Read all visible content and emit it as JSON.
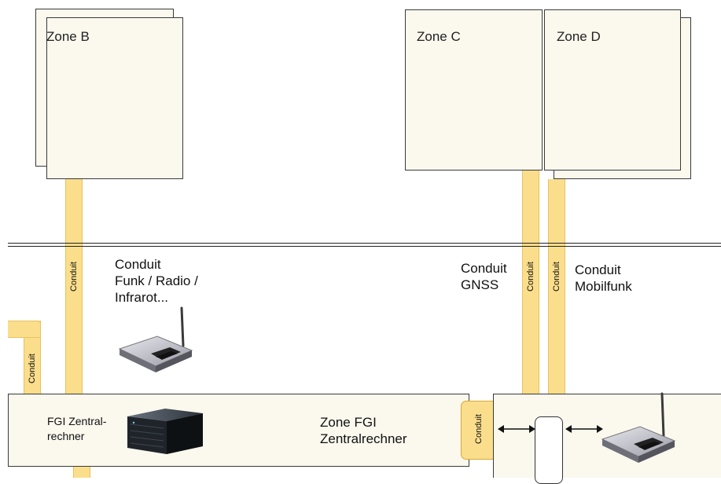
{
  "zones": {
    "b": "Zone B",
    "c": "Zone C",
    "d": "Zone D",
    "fgi": "Zone FGI\nZentralrechner"
  },
  "conduit_tag": "Conduit",
  "labels": {
    "radio": "Conduit\nFunk / Radio /\nInfrarot...",
    "gnss": "Conduit\nGNSS",
    "mobilfunk": "Conduit\nMobilfunk",
    "fgi_server": "FGI Zentral-\nrechner"
  },
  "icons": {
    "router": "wireless-router-icon",
    "server": "server-rack-icon",
    "arrow": "double-arrow-icon"
  },
  "colors": {
    "conduit_fill": "#fbde8c",
    "conduit_edge": "#e7c25e",
    "zone_fill": "#fbf8ee",
    "zone_border": "#3a3a3a"
  }
}
